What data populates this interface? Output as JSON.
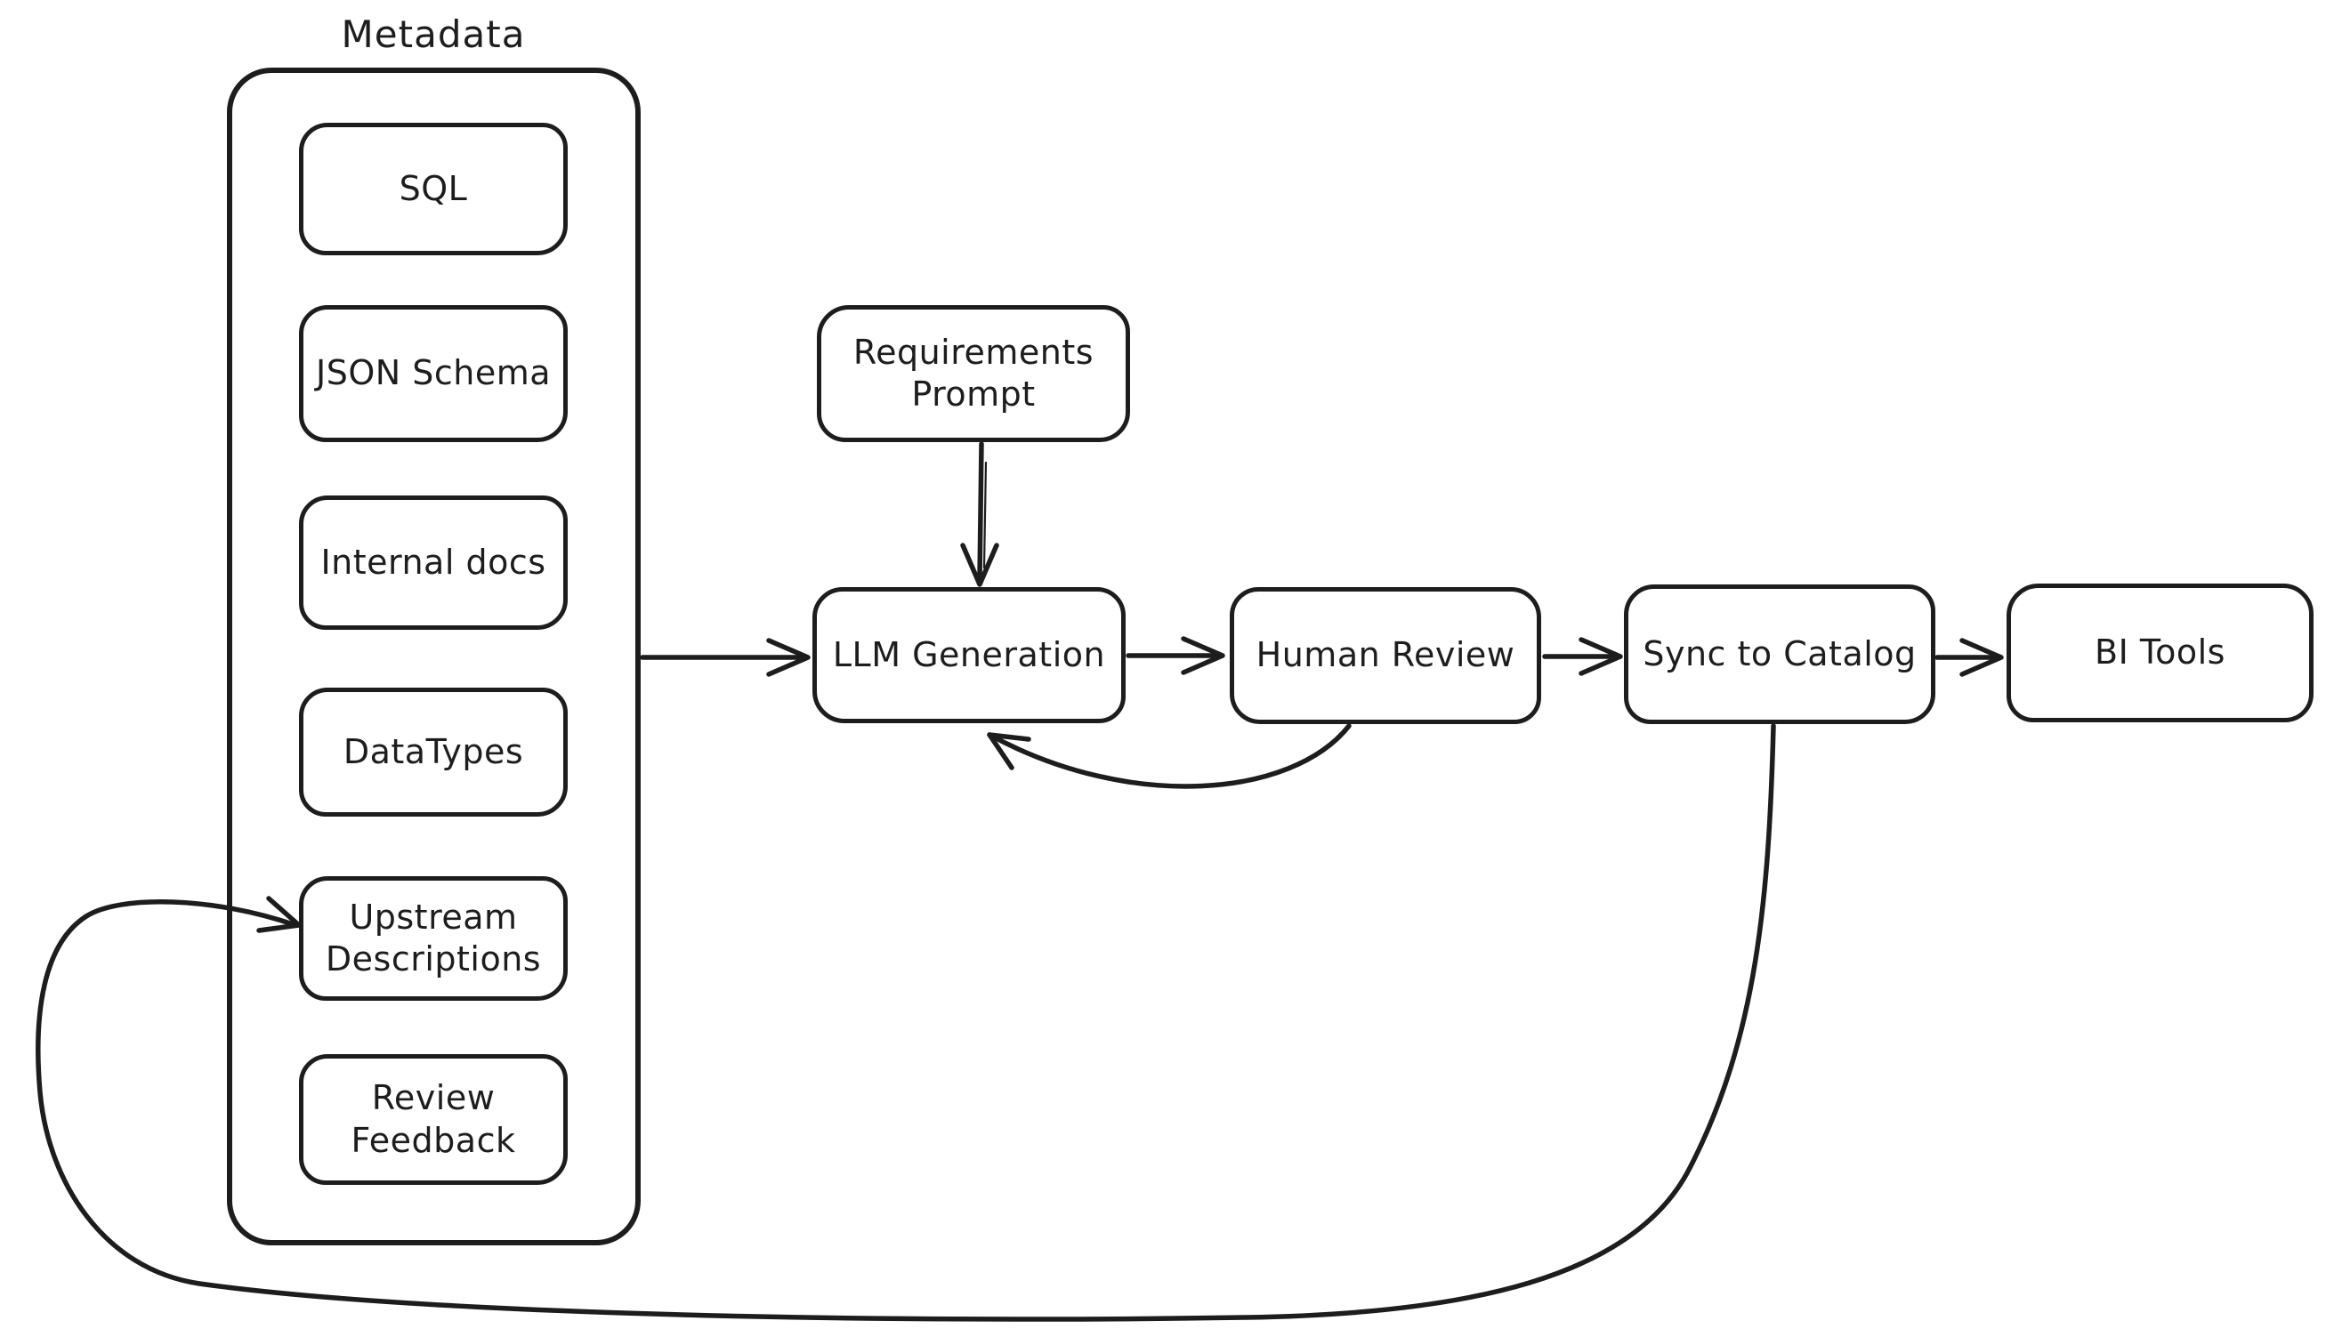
{
  "group": {
    "label": "Metadata",
    "items": [
      {
        "id": "sql",
        "label": "SQL"
      },
      {
        "id": "json-schema",
        "label": "JSON Schema"
      },
      {
        "id": "internal-docs",
        "label": "Internal docs"
      },
      {
        "id": "datatypes",
        "label": "DataTypes"
      },
      {
        "id": "upstream-descriptions",
        "label": "Upstream\nDescriptions"
      },
      {
        "id": "review-feedback",
        "label": "Review\nFeedback"
      }
    ]
  },
  "nodes": [
    {
      "id": "requirements-prompt",
      "label": "Requirements\nPrompt"
    },
    {
      "id": "llm-generation",
      "label": "LLM Generation"
    },
    {
      "id": "human-review",
      "label": "Human Review"
    },
    {
      "id": "sync-to-catalog",
      "label": "Sync to Catalog"
    },
    {
      "id": "bi-tools",
      "label": "BI Tools"
    }
  ],
  "edges": [
    {
      "from": "Metadata",
      "to": "LLM Generation",
      "description": "Metadata to LLM Generation"
    },
    {
      "from": "Requirements Prompt",
      "to": "LLM Generation",
      "description": "Requirements Prompt to LLM Generation"
    },
    {
      "from": "LLM Generation",
      "to": "Human Review",
      "description": "LLM Generation to Human Review"
    },
    {
      "from": "Human Review",
      "to": "Sync to Catalog",
      "description": "Human Review to Sync to Catalog"
    },
    {
      "from": "Sync to Catalog",
      "to": "BI Tools",
      "description": "Sync to Catalog to BI Tools"
    },
    {
      "from": "Human Review",
      "to": "LLM Generation",
      "style": "curved-feedback",
      "description": "Human Review feedback to LLM Generation"
    },
    {
      "from": "Sync to Catalog",
      "to": "Upstream Descriptions",
      "style": "long-loop",
      "description": "Sync to Catalog loops back to Upstream Descriptions"
    }
  ],
  "colors": {
    "stroke": "#1d1d1d",
    "background": "#ffffff"
  }
}
